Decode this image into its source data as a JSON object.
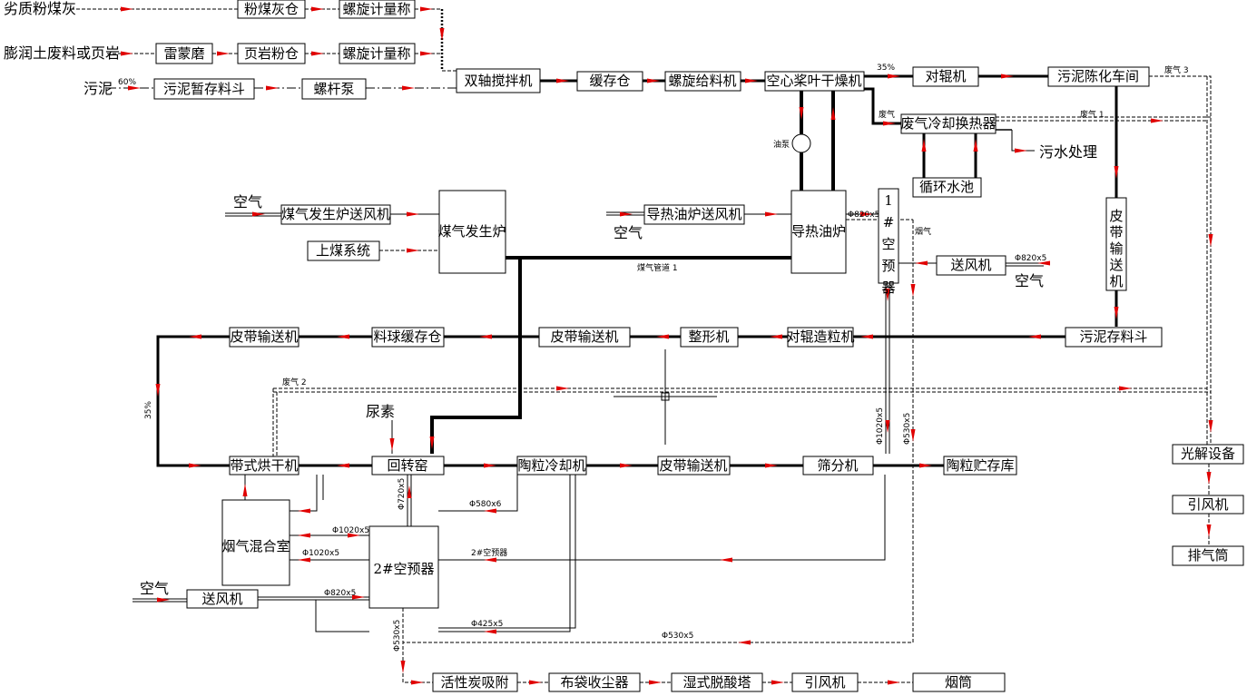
{
  "accent_color": "#e00000",
  "inputs": {
    "fly_ash": "劣质粉煤灰",
    "bentonite_shale": "膨润土废料或页岩",
    "sludge": "污泥",
    "sludge_pct": "60%",
    "air_gasifier": "空气",
    "air_oil_furnace": "空气",
    "air_blower": "空气",
    "air_bottom": "空气",
    "urea": "尿素"
  },
  "equipment": {
    "fly_ash_silo": "粉煤灰仓",
    "screw_scale_1": "螺旋计量称",
    "raymond_mill": "雷蒙磨",
    "shale_powder_silo": "页岩粉仓",
    "screw_scale_2": "螺旋计量称",
    "sludge_hopper": "污泥暂存料斗",
    "screw_pump": "螺杆泵",
    "twin_shaft_mixer": "双轴搅拌机",
    "buffer_silo": "缓存仓",
    "screw_feeder": "螺旋给料机",
    "paddle_dryer": "空心桨叶干燥机",
    "roller_mill": "对辊机",
    "sludge_aging_workshop": "污泥陈化车间",
    "exhaust_heat_exchanger": "废气冷却换热器",
    "wastewater_treatment": "污水处理",
    "circulating_pool": "循环水池",
    "gasifier_blower": "煤气发生炉送风机",
    "gas_generator": "煤气发生炉",
    "coal_feed_system": "上煤系统",
    "oil_furnace_blower": "导热油炉送风机",
    "thermal_oil_furnace": "导热油炉",
    "air_preheater_1": "1#空预器",
    "blower_right": "送风机",
    "belt_conveyor_vertical": "皮带输送机",
    "sludge_storage_hopper": "污泥存料斗",
    "belt_conveyor_left": "皮带输送机",
    "pellet_buffer_silo": "料球缓存仓",
    "belt_conveyor_mid": "皮带输送机",
    "shaping_machine": "整形机",
    "roller_granulator": "对辊造粒机",
    "belt_dryer": "带式烘干机",
    "rotary_kiln": "回转窑",
    "ceramsite_cooler": "陶粒冷却机",
    "belt_conveyor_bottom": "皮带输送机",
    "screening_machine": "筛分机",
    "ceramsite_storage": "陶粒贮存库",
    "photolysis_equipment": "光解设备",
    "induced_fan_right": "引风机",
    "exhaust_stack": "排气筒",
    "flue_gas_mixing_chamber": "烟气混合室",
    "air_preheater_2": "2#空预器",
    "blower_bottom": "送风机",
    "activated_carbon_adsorption": "活性炭吸附",
    "bag_filter": "布袋收尘器",
    "wet_deacidification_tower": "湿式脱酸塔",
    "induced_fan_bottom": "引风机",
    "chimney": "烟筒",
    "oil_pump": "油泵"
  },
  "annotations": {
    "dryer_out_pct": "35%",
    "waste_gas": "废气",
    "waste_gas_1": "废气 1",
    "waste_gas_2": "废气 2",
    "waste_gas_3": "废气 3",
    "flue_gas": "烟气",
    "gas_pipe_1": "煤气管道 1",
    "pct_left": "35%",
    "pipe_820_top": "Φ820x5",
    "pipe_820_right": "Φ820x5",
    "pipe_1020_vert": "Φ1020x5",
    "pipe_530_vert": "Φ530x5",
    "pipe_720_vert": "Φ720x5",
    "pipe_580": "Φ580x6",
    "pipe_1020_a": "Φ1020x5",
    "pipe_1020_b": "Φ1020x5",
    "pipe_820_bottom": "Φ820x5",
    "pipe_425": "Φ425x5",
    "pipe_530_h": "Φ530x5",
    "pipe_530_v2": "Φ530x5",
    "pre2_label": "2#空预器"
  }
}
